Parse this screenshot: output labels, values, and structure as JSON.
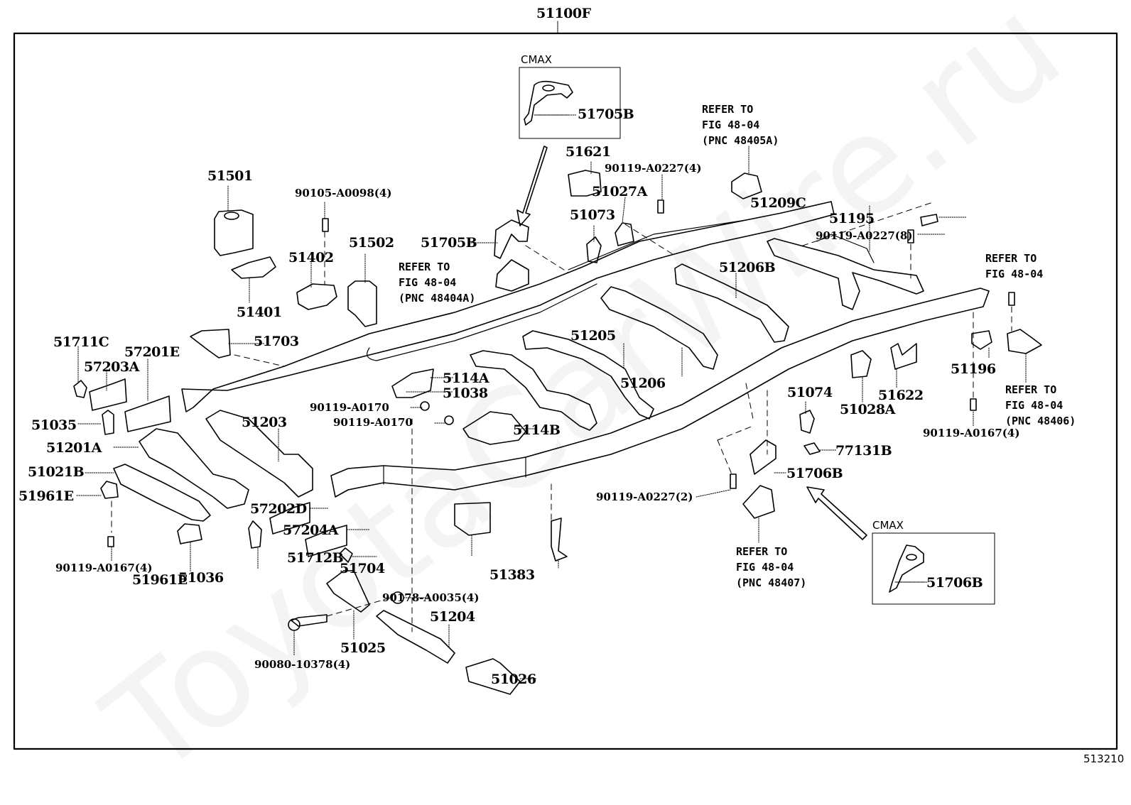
{
  "diagram": {
    "title_pnc": "51100F",
    "figure_number": "513210",
    "watermark": "ToyotaCarWire.ru",
    "inset_label": "CMAX",
    "labels": {
      "p51501": "51501",
      "p90105": "90105-A0098(4)",
      "p51402": "51402",
      "p51502": "51502",
      "p51401": "51401",
      "p51705B_inset": "51705B",
      "p51705B": "51705B",
      "p51621": "51621",
      "p90119_A0227_4": "90119-A0227(4)",
      "p51027A": "51027A",
      "p51073": "51073",
      "p51209C": "51209C",
      "p51195": "51195",
      "p90119_A0227_8": "90119-A0227(8)",
      "p51206B": "51206B",
      "p51711C": "51711C",
      "p57201E": "57201E",
      "p57203A": "57203A",
      "p51703": "51703",
      "p51035": "51035",
      "p51203": "51203",
      "p51201A": "51201A",
      "p51021B": "51021B",
      "p51961E_a": "51961E",
      "p51961E_b": "51961E",
      "p90119_A0167_4_left": "90119-A0167(4)",
      "p51036": "51036",
      "p5114A": "5114A",
      "p51038": "51038",
      "p90119_A0170_a": "90119-A0170",
      "p90119_A0170_b": "90119-A0170",
      "p5114B": "5114B",
      "p51205": "51205",
      "p51206": "51206",
      "p57202D": "57202D",
      "p57204A": "57204A",
      "p51712B": "51712B",
      "p51704": "51704",
      "p51383": "51383",
      "p90178": "90178-A0035(4)",
      "p51204": "51204",
      "p51025": "51025",
      "p90080": "90080-10378(4)",
      "p51026": "51026",
      "p51074": "51074",
      "p51028A": "51028A",
      "p51622": "51622",
      "p51196": "51196",
      "p90119_A0167_4_right": "90119-A0167(4)",
      "p77131B": "77131B",
      "p51706B": "51706B",
      "p51706B_inset": "51706B",
      "p90119_A0227_2": "90119-A0227(2)"
    },
    "refer_notes": {
      "n48405A": "REFER TO\nFIG 48-04\n(PNC 48405A)",
      "n48404A": "REFER TO\nFIG 48-04\n(PNC 48404A)",
      "n_fig_right": "REFER TO\nFIG 48-04",
      "n48406": "REFER TO\nFIG 48-04\n(PNC 48406)",
      "n48407": "REFER TO\nFIG 48-04\n(PNC 48407)"
    }
  }
}
